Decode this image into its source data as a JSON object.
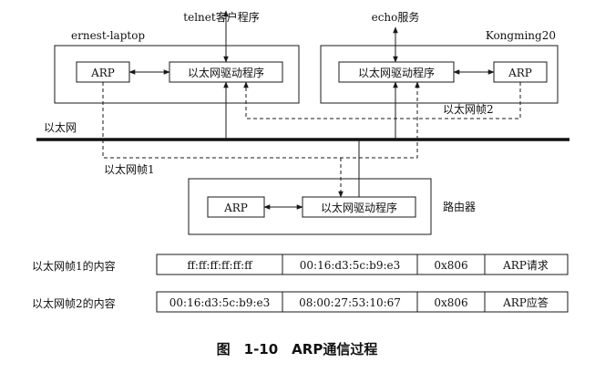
{
  "hosts": {
    "left": {
      "name": "ernest-laptop",
      "arp": "ARP",
      "driver": "以太网驱动程序",
      "app": "telnet客户程序"
    },
    "right": {
      "name": "Kongming20",
      "arp": "ARP",
      "driver": "以太网驱动程序",
      "app": "echo服务"
    },
    "router": {
      "name": "路由器",
      "arp": "ARP",
      "driver": "以太网驱动程序"
    }
  },
  "network_label": "以太网",
  "frame_labels": {
    "frame1": "以太网帧1",
    "frame2": "以太网帧2"
  },
  "frame_tables": [
    {
      "label": "以太网帧1的内容",
      "fields": [
        "ff:ff:ff:ff:ff:ff",
        "00:16:d3:5c:b9:e3",
        "0x806",
        "ARP请求"
      ]
    },
    {
      "label": "以太网帧2的内容",
      "fields": [
        "00:16:d3:5c:b9:e3",
        "08:00:27:53:10:67",
        "0x806",
        "ARP应答"
      ]
    }
  ],
  "caption": "图　1-10　ARP通信过程"
}
